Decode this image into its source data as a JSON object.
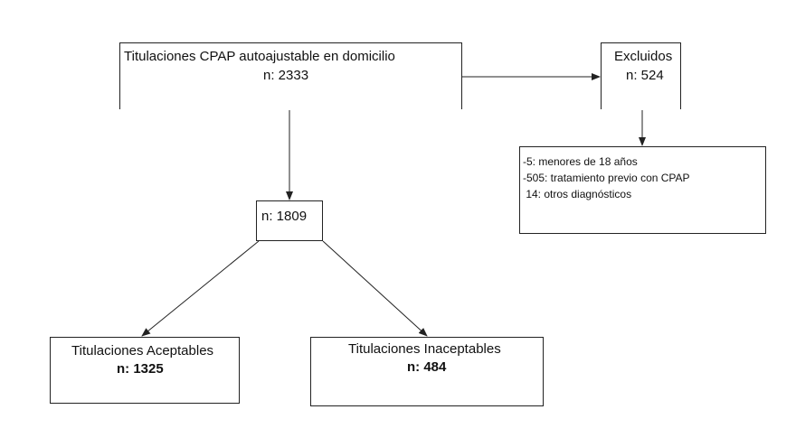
{
  "main": {
    "title": "Titulaciones CPAP autoajustable en domicilio",
    "count": "n: 2333"
  },
  "excluded": {
    "title": "Excluidos",
    "count": "n: 524"
  },
  "reasons": [
    "-5: menores de 18 años",
    "-505: tratamiento previo con CPAP",
    " 14: otros diagnósticos"
  ],
  "included": {
    "count": "n: 1809"
  },
  "acceptable": {
    "title": "Titulaciones Aceptables",
    "count": "n: 1325"
  },
  "unacceptable": {
    "title": "Titulaciones Inaceptables",
    "count": "n: 484"
  },
  "colors": {
    "line": "#222222",
    "text": "#111111",
    "background": "#ffffff"
  }
}
